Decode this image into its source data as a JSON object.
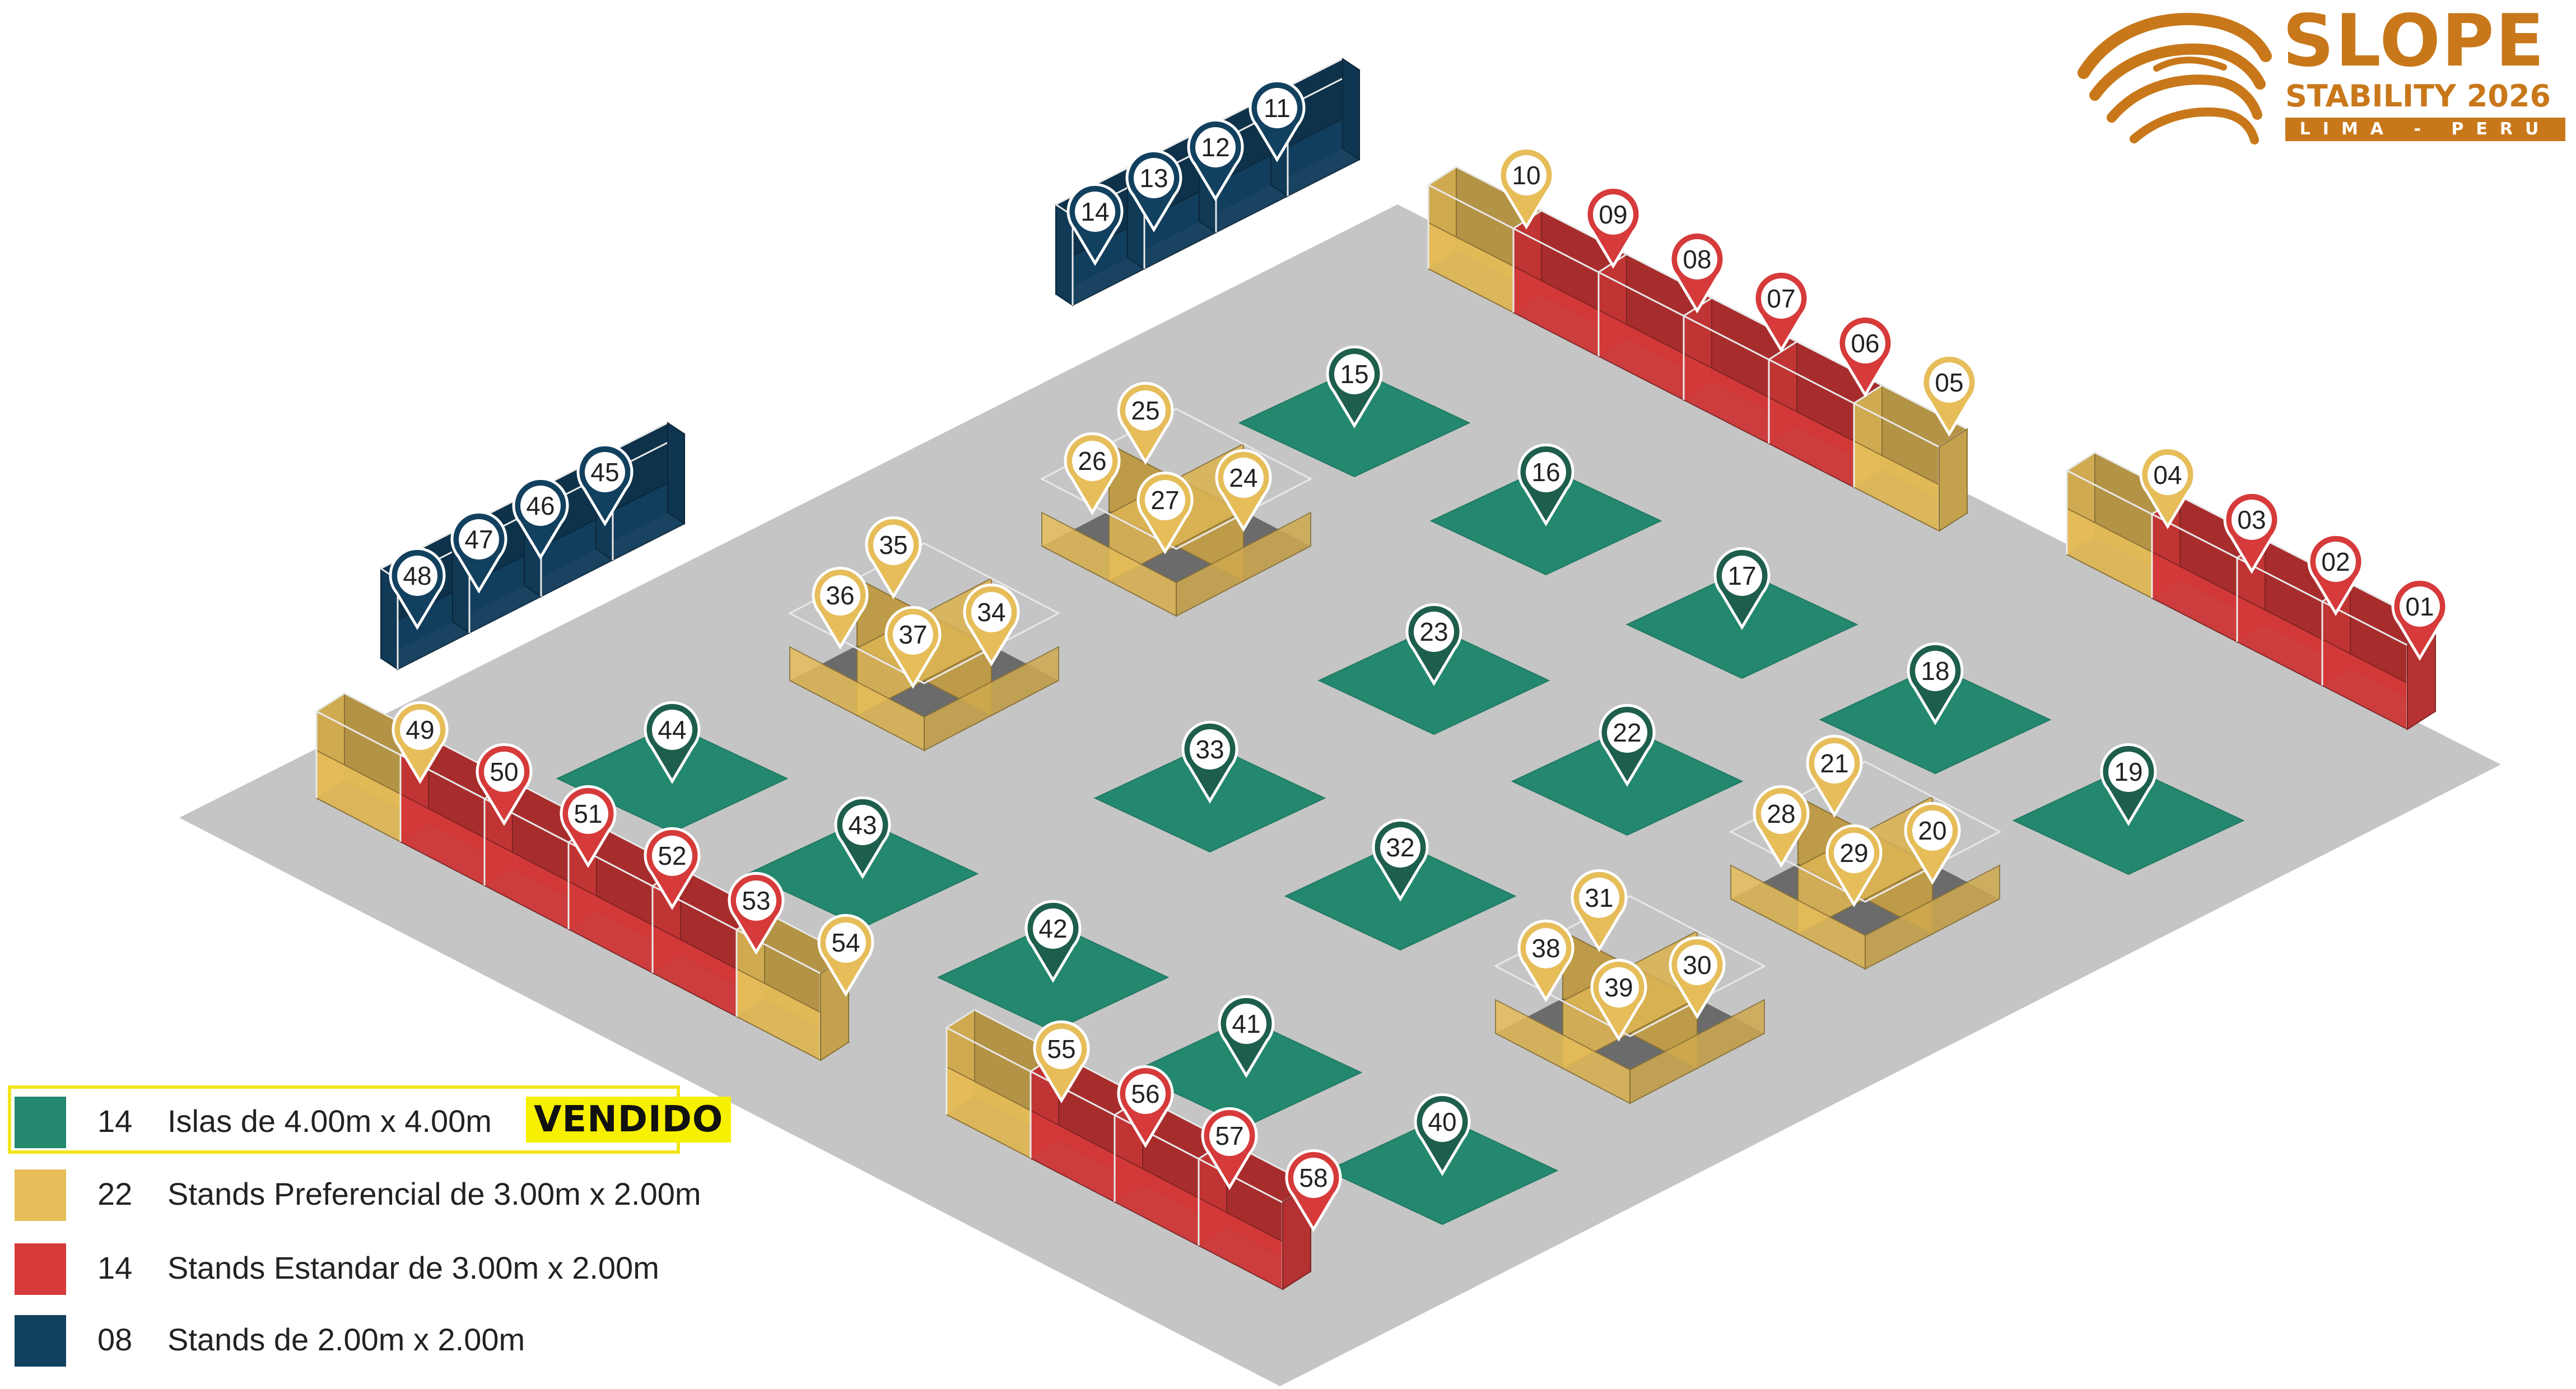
{
  "logo": {
    "title": "SLOPE",
    "subtitle": "STABILITY 2026",
    "location": "LIMA - PERU"
  },
  "colors": {
    "floor": "#C5C5C5",
    "island": "#23886E",
    "preferencial": "#E6BD59",
    "estandar": "#D63A3A",
    "small": "#12405F",
    "brand": "#C8781A",
    "highlight": "#F2E51B"
  },
  "legend": [
    {
      "count": "14",
      "label": "Islas de 4.00m x 4.00m",
      "color": "#23886E",
      "badge": "VENDIDO"
    },
    {
      "count": "22",
      "label": "Stands Preferencial de 3.00m x 2.00m",
      "color": "#E6BD59"
    },
    {
      "count": "14",
      "label": "Stands Estandar de 3.00m x 2.00m",
      "color": "#D63A3A"
    },
    {
      "count": "08",
      "label": "Stands de 2.00m x 2.00m",
      "color": "#12405F"
    }
  ],
  "islands": [
    "15",
    "16",
    "17",
    "18",
    "19",
    "22",
    "23",
    "32",
    "33",
    "40",
    "41",
    "42",
    "43",
    "44"
  ],
  "clusters": [
    {
      "name": "cluster-24-27",
      "labels": [
        "24",
        "25",
        "26",
        "27"
      ]
    },
    {
      "name": "cluster-34-37",
      "labels": [
        "34",
        "35",
        "36",
        "37"
      ]
    },
    {
      "name": "cluster-20-21-28-29",
      "labels": [
        "20",
        "21",
        "28",
        "29"
      ]
    },
    {
      "name": "cluster-30-31-38-39",
      "labels": [
        "30",
        "31",
        "38",
        "39"
      ]
    }
  ],
  "rows": [
    {
      "name": "row-05-10",
      "units": [
        {
          "label": "10",
          "type": "preferencial"
        },
        {
          "label": "09",
          "type": "estandar"
        },
        {
          "label": "08",
          "type": "estandar"
        },
        {
          "label": "07",
          "type": "estandar"
        },
        {
          "label": "06",
          "type": "estandar"
        },
        {
          "label": "05",
          "type": "preferencial"
        }
      ]
    },
    {
      "name": "row-01-04",
      "units": [
        {
          "label": "04",
          "type": "preferencial"
        },
        {
          "label": "03",
          "type": "estandar"
        },
        {
          "label": "02",
          "type": "estandar"
        },
        {
          "label": "01",
          "type": "estandar"
        }
      ]
    },
    {
      "name": "row-11-14",
      "units": [
        {
          "label": "14",
          "type": "small"
        },
        {
          "label": "13",
          "type": "small"
        },
        {
          "label": "12",
          "type": "small"
        },
        {
          "label": "11",
          "type": "small"
        }
      ]
    },
    {
      "name": "row-45-48",
      "units": [
        {
          "label": "48",
          "type": "small"
        },
        {
          "label": "47",
          "type": "small"
        },
        {
          "label": "46",
          "type": "small"
        },
        {
          "label": "45",
          "type": "small"
        }
      ]
    },
    {
      "name": "row-49-54",
      "units": [
        {
          "label": "49",
          "type": "preferencial"
        },
        {
          "label": "50",
          "type": "estandar"
        },
        {
          "label": "51",
          "type": "estandar"
        },
        {
          "label": "52",
          "type": "estandar"
        },
        {
          "label": "53",
          "type": "estandar"
        },
        {
          "label": "54",
          "type": "preferencial"
        }
      ]
    },
    {
      "name": "row-55-58",
      "units": [
        {
          "label": "55",
          "type": "preferencial"
        },
        {
          "label": "56",
          "type": "estandar"
        },
        {
          "label": "57",
          "type": "estandar"
        },
        {
          "label": "58",
          "type": "estandar"
        }
      ]
    }
  ]
}
